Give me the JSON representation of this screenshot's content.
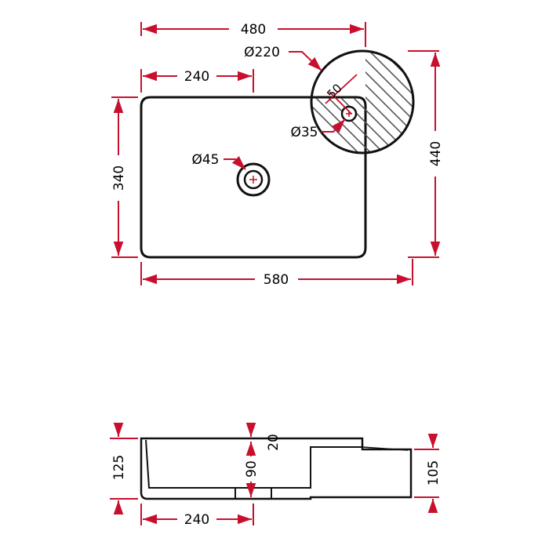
{
  "colors": {
    "dimension_line": "#c8102e",
    "outline": "#111111",
    "hatch": "#555555",
    "center_mark": "#c8102e"
  },
  "top_view": {
    "dim_overall_width": "480",
    "dim_diameter_tap_zone": "Ø220",
    "dim_tap_offset": "240",
    "dim_body_depth": "340",
    "dim_total_depth": "440",
    "dim_total_width": "580",
    "dim_drain": "Ø45",
    "dim_tap_hole": "Ø35",
    "dim_tap_small": "50"
  },
  "side_view": {
    "dim_total_height": "125",
    "dim_step": "20",
    "dim_inner_depth": "90",
    "dim_right_height": "105",
    "dim_base_offset": "240"
  }
}
